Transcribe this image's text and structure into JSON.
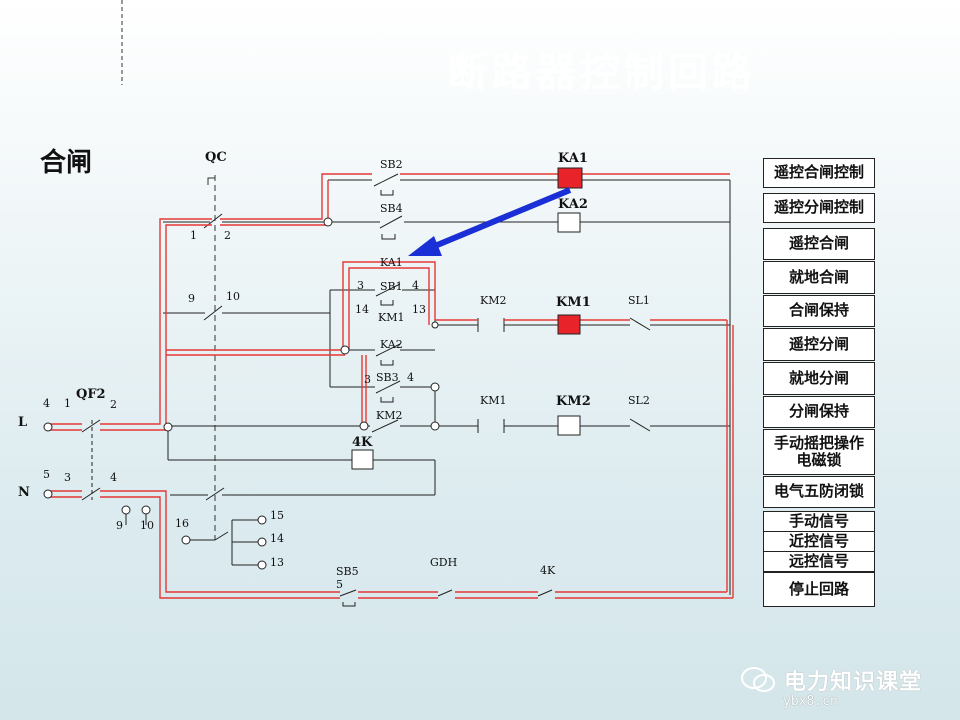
{
  "slide_title_faded": "断路器控制回路",
  "page_title": "合闸",
  "labels": {
    "qc": "QC",
    "sb2": "SB2",
    "sb4": "SB4",
    "ka1_top": "KA1",
    "ka2_top": "KA2",
    "ka1_contact": "KA1",
    "sb1": "SB1",
    "km1_small": "KM1",
    "km2_upper": "KM2",
    "km1_coil": "KM1",
    "sl1": "SL1",
    "ka2_contact": "KA2",
    "sb3": "SB3",
    "km1_lower": "KM1",
    "km2_coil": "KM2",
    "sl2": "SL2",
    "km2_small": "KM2",
    "k4_coil": "4K",
    "qf2": "QF2",
    "L": "L",
    "N": "N",
    "sb5": "SB5",
    "gdh": "GDH",
    "k4_contact": "4K",
    "n1": "1",
    "n2": "2",
    "n3a": "3",
    "n4a": "4",
    "n9a": "9",
    "n10a": "10",
    "n13a": "13",
    "n14a": "14",
    "n3b": "3",
    "n4b": "4",
    "qf4": "4",
    "qf1": "1",
    "qf2n": "2",
    "qf5": "5",
    "qf3": "3",
    "qf4b": "4",
    "t9": "9",
    "t10": "10",
    "t16": "16",
    "t15": "15",
    "t14": "14",
    "t13": "13",
    "sb5n": "5"
  },
  "panel_items": [
    "遥控合闸控制",
    "遥控分闸控制",
    "遥控合闸",
    "就地合闸",
    "合闸保持",
    "遥控分闸",
    "就地分闸",
    "分闸保持",
    "手动摇把操作\n电磁锁",
    "电气五防闭锁",
    "手动信号",
    "近控信号",
    "远控信号",
    "停止回路"
  ],
  "watermark": {
    "brand": "电力知识课堂",
    "site": "ybx8.cn"
  },
  "colors": {
    "highlight_path": "#e53935",
    "wire": "#222222",
    "active_coil": "#e8232a",
    "arrow": "#1a2fd6"
  }
}
